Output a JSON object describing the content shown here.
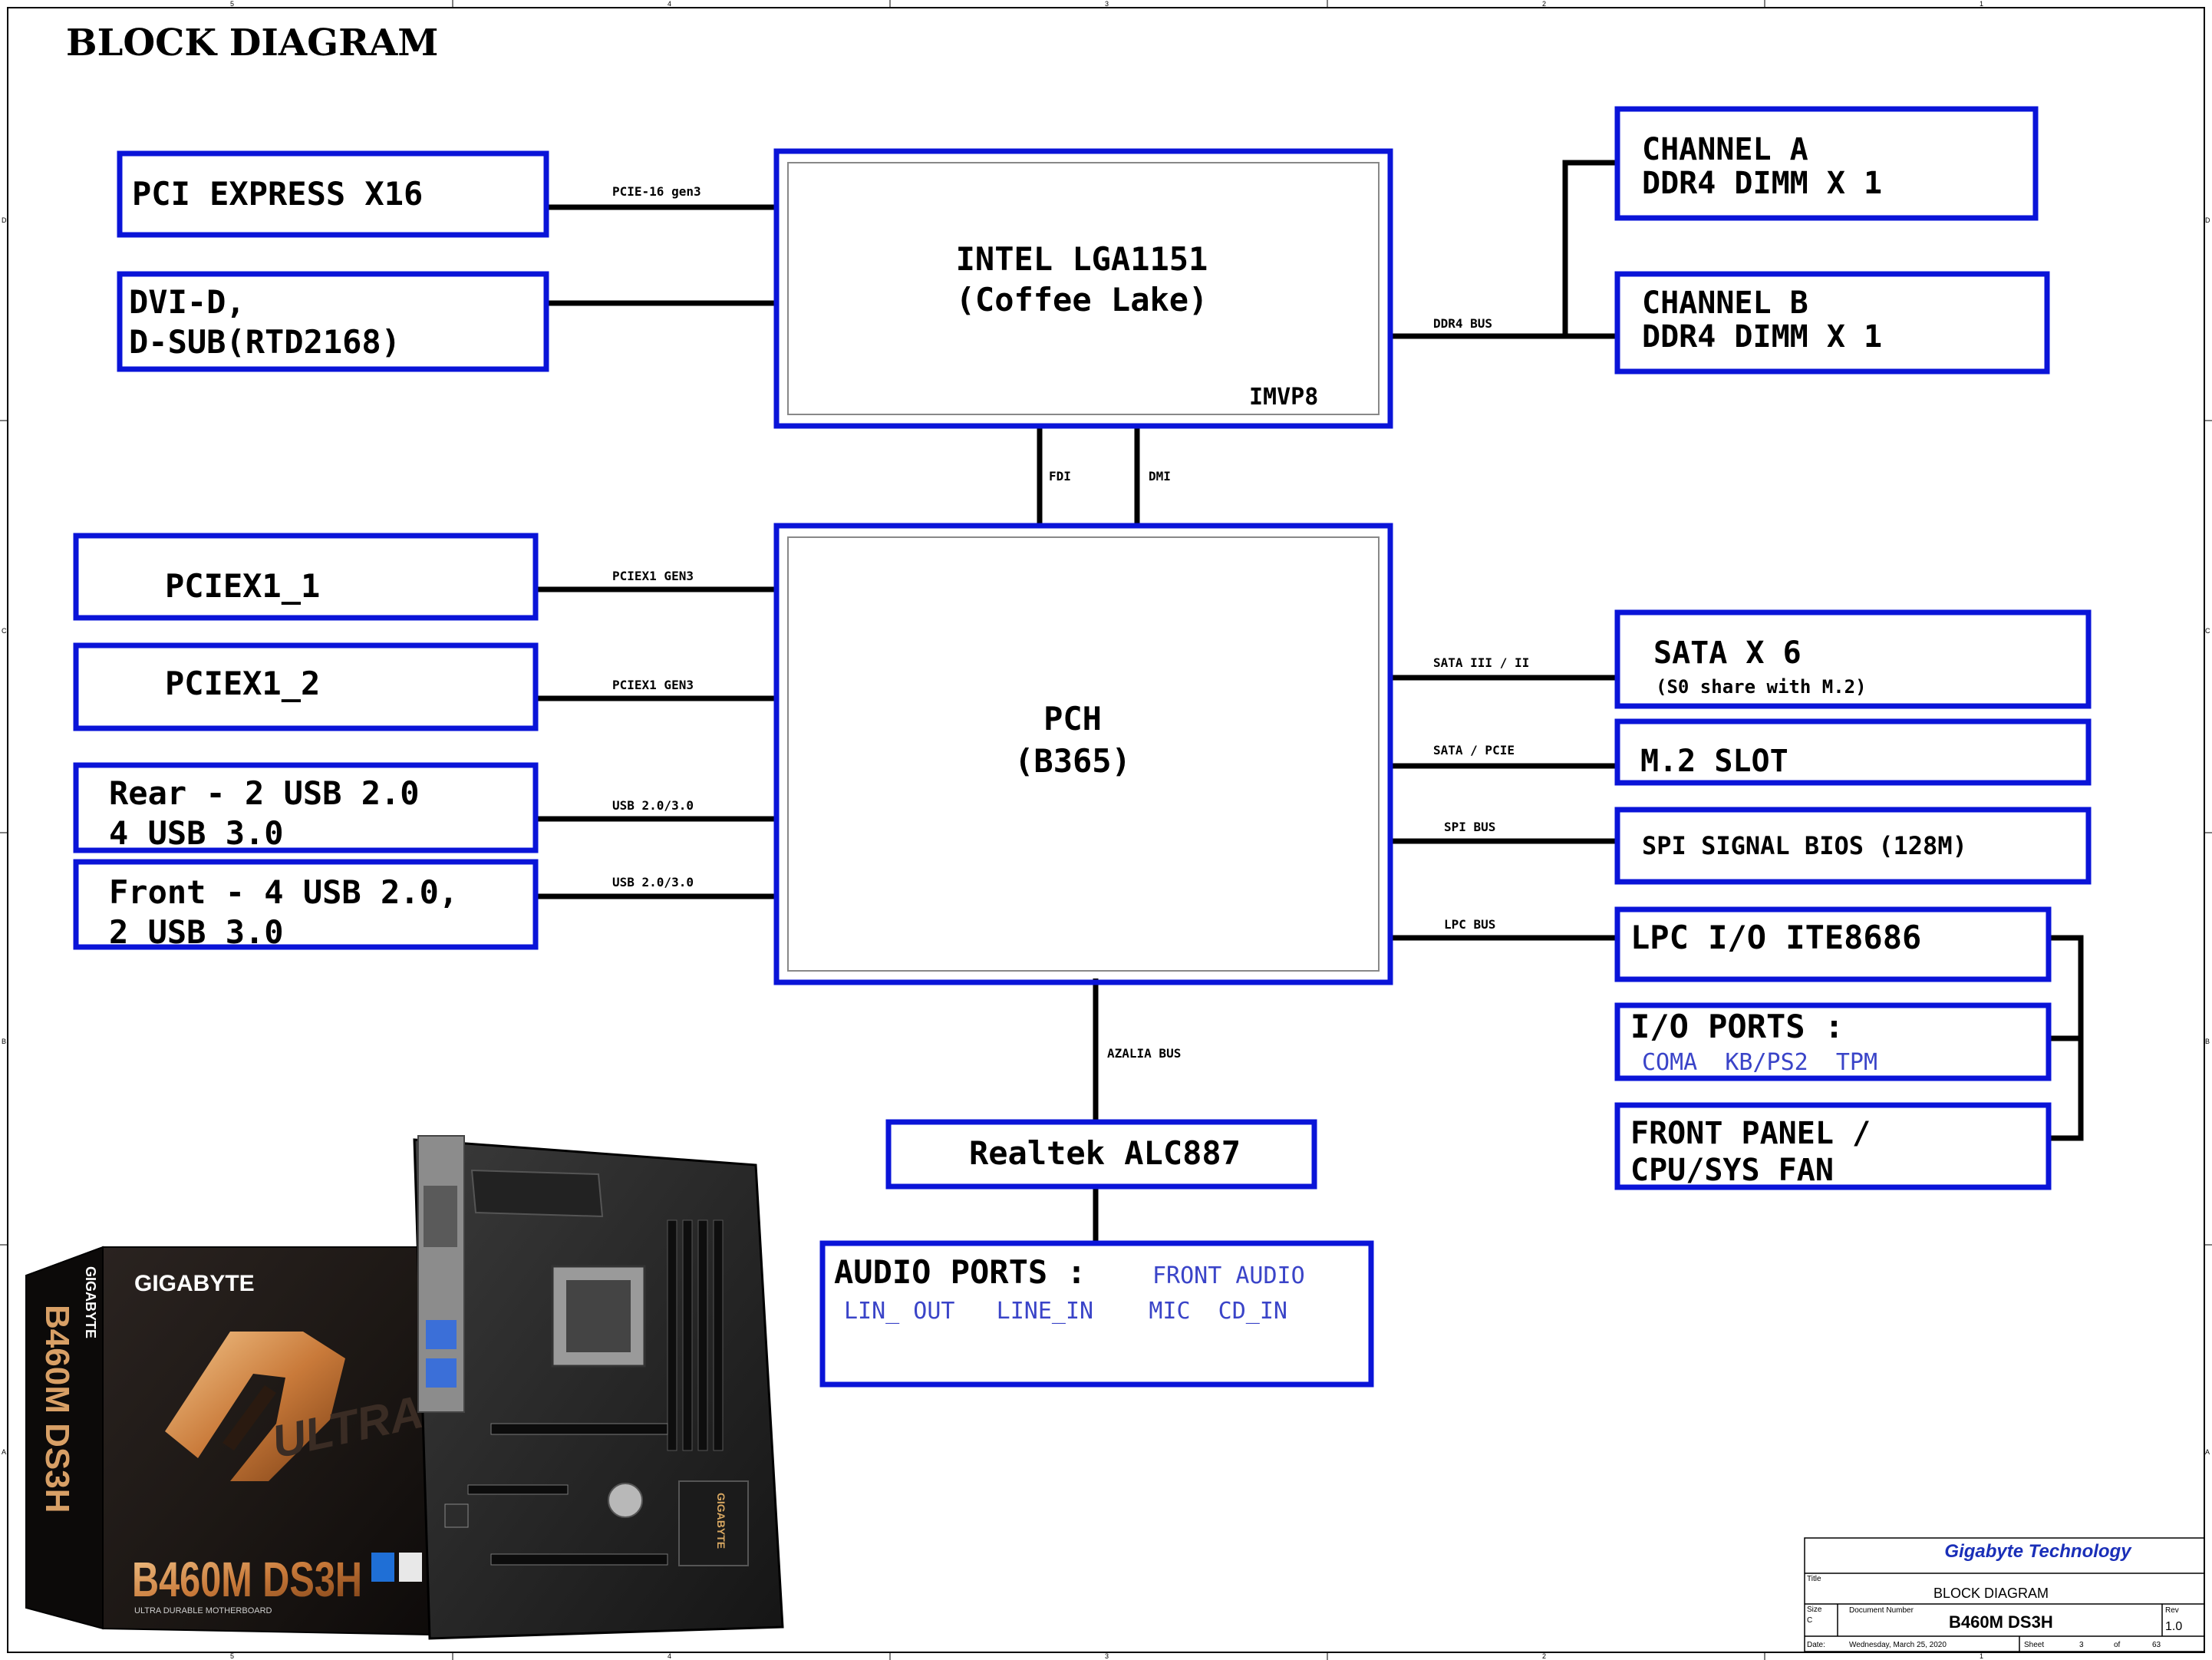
{
  "heading": "BLOCK DIAGRAM",
  "frame": {
    "col_numbers": [
      "5",
      "4",
      "3",
      "2",
      "1"
    ],
    "row_letters": [
      "D",
      "C",
      "B",
      "A"
    ]
  },
  "cpu": {
    "line1": "INTEL LGA1151",
    "line2": "(Coffee Lake)",
    "sub": "IMVP8"
  },
  "pch": {
    "line1": "PCH",
    "line2": "(B365)"
  },
  "left_blocks": {
    "pcie16": "PCI EXPRESS X16",
    "dvi_line1": "DVI-D,",
    "dvi_line2": "D-SUB(RTD2168)",
    "pciex1_1": "PCIEX1_1",
    "pciex1_2": "PCIEX1_2",
    "rear_line1": "Rear - 2 USB 2.0",
    "rear_line2": "4 USB 3.0",
    "front_line1": "Front - 4 USB 2.0,",
    "front_line2": "2 USB 3.0"
  },
  "memory": {
    "a_line1": "CHANNEL A",
    "a_line2": "DDR4  DIMM X 1",
    "b_line1": "CHANNEL B",
    "b_line2": "DDR4 DIMM X 1"
  },
  "right_blocks": {
    "sata_line1": "SATA X 6",
    "sata_line2": "(S0 share with M.2)",
    "m2": "M.2 SLOT",
    "spi": "SPI SIGNAL BIOS (128M)",
    "lpc": "LPC I/O ITE8686",
    "io_line1": "I/O PORTS :",
    "io_line2": "COMA  KB/PS2  TPM",
    "fp_line1": "FRONT PANEL /",
    "fp_line2": "CPU/SYS FAN"
  },
  "audio": {
    "codec": "Realtek ALC887",
    "ports_label": "AUDIO PORTS :",
    "front_audio": "FRONT AUDIO",
    "row2": "LIN_ OUT   LINE_IN    MIC  CD_IN"
  },
  "bus_labels": {
    "pcie16": "PCIE-16 gen3",
    "ddr4": "DDR4 BUS",
    "fdi": "FDI",
    "dmi": "DMI",
    "pciex1_a": "PCIEX1 GEN3",
    "pciex1_b": "PCIEX1 GEN3",
    "usb_a": "USB 2.0/3.0",
    "usb_b": "USB 2.0/3.0",
    "sata": "SATA III / II",
    "sata_pcie": "SATA / PCIE",
    "spi": "SPI BUS",
    "lpc": "LPC BUS",
    "azalia": "AZALIA BUS"
  },
  "product": {
    "brand": "GIGABYTE",
    "model": "B460M DS3H",
    "tagline": "ULTRA DURABLE  MOTHERBOARD",
    "board_brand": "GIGABYTE"
  },
  "title_block": {
    "company": "Gigabyte Technology",
    "title_caption": "Title",
    "title": "BLOCK DIAGRAM",
    "size_caption": "Size",
    "size": "C",
    "docnum_caption": "Document Number",
    "docnum": "B460M DS3H",
    "rev_caption": "Rev",
    "rev": "1.0",
    "date_caption": "Date:",
    "date": "Wednesday, March 25, 2020",
    "sheet_caption": "Sheet",
    "sheet": "3",
    "of_caption": "of",
    "total": "63"
  },
  "colors": {
    "block_border": "#0a14d8",
    "line": "#000000",
    "port_text": "#3a44c8",
    "company_text": "#1a2fb8"
  }
}
